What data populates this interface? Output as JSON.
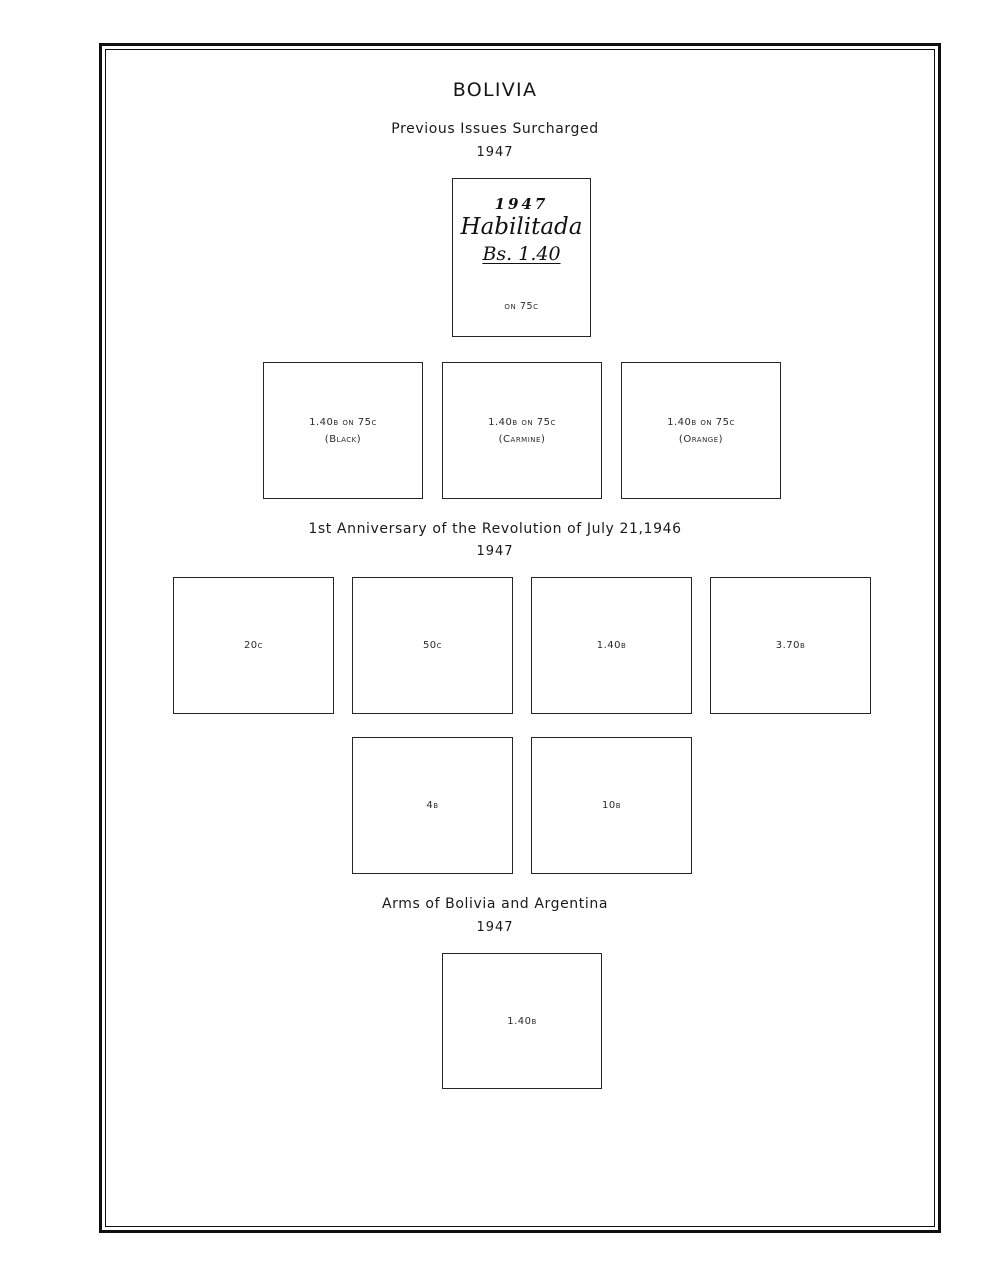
{
  "page_title": "BOLIVIA",
  "sections": {
    "surcharged": {
      "heading": "Previous Issues Surcharged",
      "year": "1947",
      "overprint": {
        "year_line": "1947",
        "script_line": "Habilitada",
        "value_line": "Bs. 1.40",
        "caption": "on 75c"
      },
      "stamps": [
        {
          "denomination": "1.40b on 75c",
          "note": "(Black)"
        },
        {
          "denomination": "1.40b on 75c",
          "note": "(Carmine)"
        },
        {
          "denomination": "1.40b on 75c",
          "note": "(Orange)"
        }
      ]
    },
    "anniversary": {
      "heading": "1st Anniversary of the Revolution of July 21,1946",
      "year": "1947",
      "row1": [
        "20c",
        "50c",
        "1.40b",
        "3.70b"
      ],
      "row2": [
        "4b",
        "10b"
      ]
    },
    "arms": {
      "heading": "Arms of Bolivia and Argentina",
      "year": "1947",
      "stamps": [
        "1.40b"
      ]
    }
  }
}
